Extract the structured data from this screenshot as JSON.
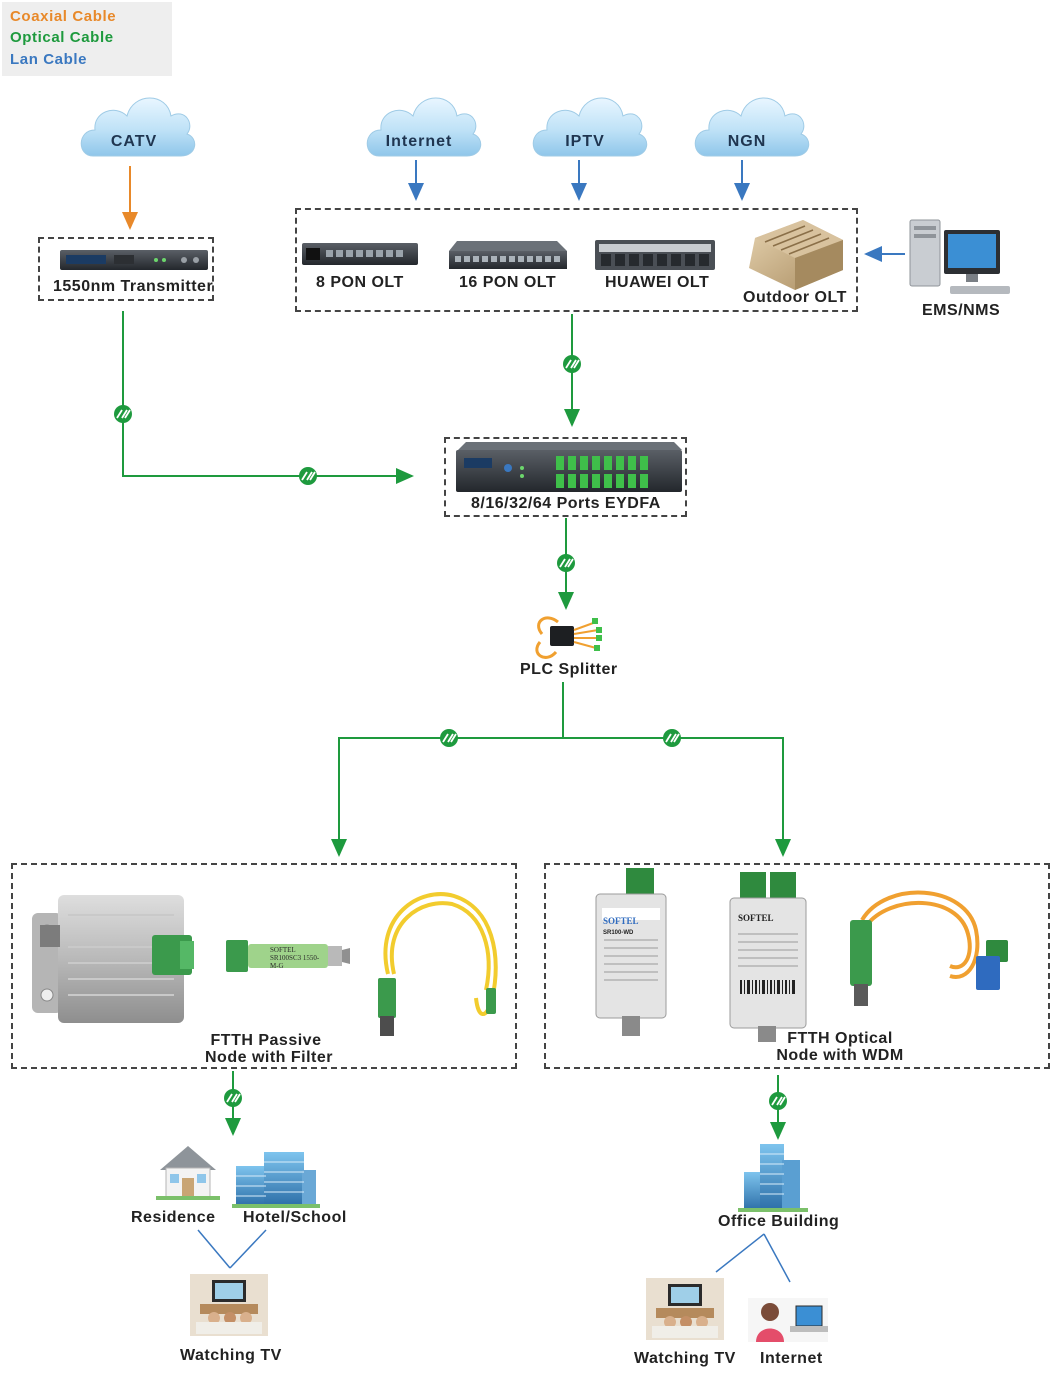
{
  "legend": {
    "coax": {
      "label": "Coaxial Cable",
      "color": "#e8892a"
    },
    "optical": {
      "label": "Optical Cable",
      "color": "#1e9a3e"
    },
    "lan": {
      "label": "Lan Cable",
      "color": "#3a78c0"
    }
  },
  "clouds": {
    "catv": "CATV",
    "internet": "Internet",
    "iptv": "IPTV",
    "ngn": "NGN"
  },
  "head_end": {
    "transmitter": "1550nm Transmitter",
    "olt_8": "8 PON OLT",
    "olt_16": "16 PON OLT",
    "olt_huawei": "HUAWEI OLT",
    "olt_outdoor": "Outdoor OLT",
    "ems": "EMS/NMS"
  },
  "distribution": {
    "eydfa": "8/16/32/64  Ports  EYDFA",
    "splitter": "PLC Splitter"
  },
  "left_node": {
    "title_line1": "FTTH Passive",
    "title_line2": "Node with Filter",
    "device_brand": "SOFTEL",
    "filter_text": "SOFTEL SR100SC3 1550-M-G"
  },
  "right_node": {
    "title_line1": "FTTH Optical",
    "title_line2": "Node with WDM",
    "device1_brand": "SOFTEL",
    "device1_model": "SR100-WD",
    "device2_brand": "SOFTEL"
  },
  "endpoints": {
    "residence": "Residence",
    "hotel": "Hotel/School",
    "watching_tv_left": "Watching TV",
    "office": "Office Building",
    "watching_tv_right": "Watching TV",
    "internet": "Internet"
  }
}
